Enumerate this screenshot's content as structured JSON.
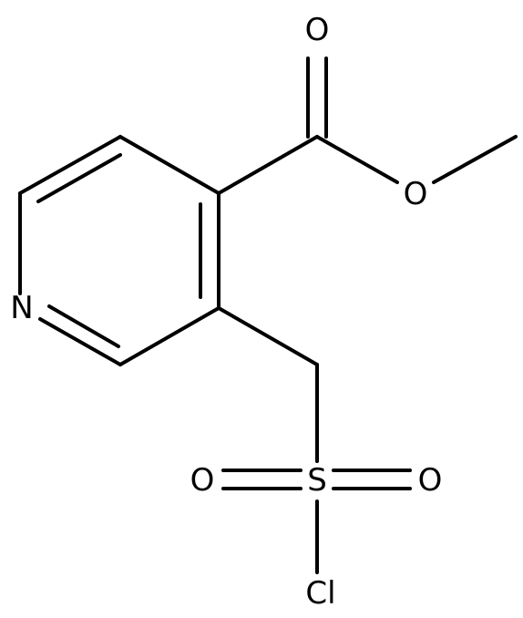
{
  "atoms": {
    "oxygen_carbonyl": "O",
    "oxygen_ester": "O",
    "nitrogen": "N",
    "sulfur": "S",
    "oxygen_sulfonyl_left": "O",
    "oxygen_sulfonyl_right": "O",
    "chlorine": "Cl"
  }
}
